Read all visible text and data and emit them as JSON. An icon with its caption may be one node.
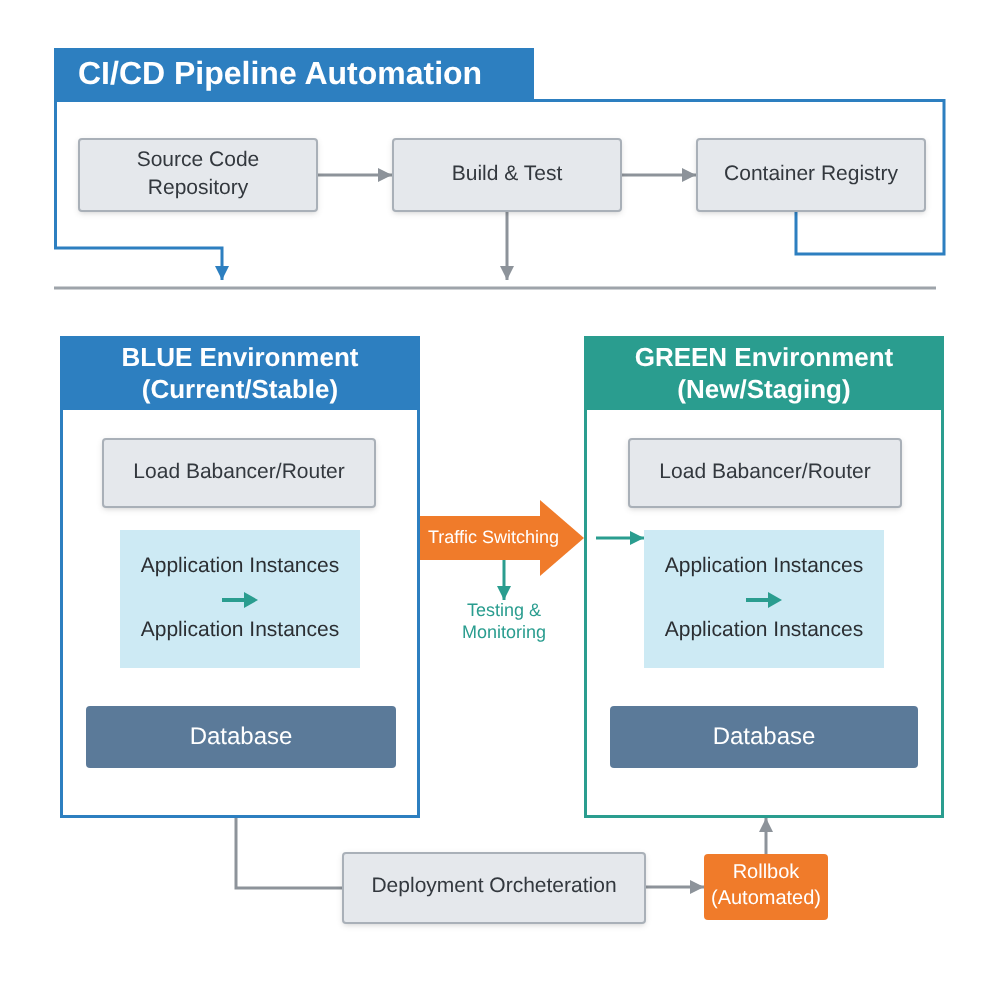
{
  "diagram": {
    "nodes": [
      {
        "text": [
          "CI/CD Pipeline Automation"
        ]
      },
      {
        "text": [
          "Source Code Repository"
        ]
      },
      {
        "text": [
          "Build & Test"
        ]
      },
      {
        "text": [
          "Container Registry"
        ]
      },
      {
        "text": [
          "BLUE Environment",
          "(Current/Stable)"
        ]
      },
      {
        "text": [
          "Load Babancer/Router"
        ],
        "in": 4
      },
      {
        "text": [
          "Application Instances",
          "Application Instances"
        ],
        "in": 4
      },
      {
        "text": [
          "Database"
        ],
        "in": 4
      },
      {
        "text": [
          "Testing & Monitoring"
        ]
      },
      {
        "text": [
          "GREEN Environment",
          "(New/Staging)"
        ]
      },
      {
        "text": [
          "Load Babancer/Router"
        ],
        "in": 9
      },
      {
        "text": [
          "Application Instances",
          "Application Instances"
        ],
        "in": 9
      },
      {
        "text": [
          "Database"
        ],
        "in": 9
      },
      {
        "text": [
          "Deployment Orcheteration"
        ]
      },
      {
        "text": [
          "Rollbok",
          "(Automated)"
        ]
      }
    ],
    "edges": [
      {
        "from": 1,
        "to": 2,
        "arrow": "to"
      },
      {
        "from": 2,
        "to": 3,
        "arrow": "to"
      },
      {
        "from": 2,
        "to": null,
        "arrow": "to"
      },
      {
        "from": 3,
        "to": 0,
        "arrow": "none",
        "color": "#2d7fc0"
      },
      {
        "from": 0,
        "to": null,
        "arrow": "to",
        "color": "#2d7fc0"
      },
      {
        "from": 4,
        "to": 9,
        "arrow": "to",
        "label": "Traffic Switching",
        "style": "thick",
        "color": "#f07b2a"
      },
      {
        "from": null,
        "to": 11,
        "arrow": "to",
        "color": "#2a9d8f"
      },
      {
        "from": null,
        "to": 8,
        "arrow": "to",
        "color": "#2a9d8f"
      },
      {
        "from": 4,
        "to": 13,
        "arrow": "none"
      },
      {
        "from": 13,
        "to": 14,
        "arrow": "to"
      },
      {
        "from": 14,
        "to": 9,
        "arrow": "to"
      }
    ]
  }
}
